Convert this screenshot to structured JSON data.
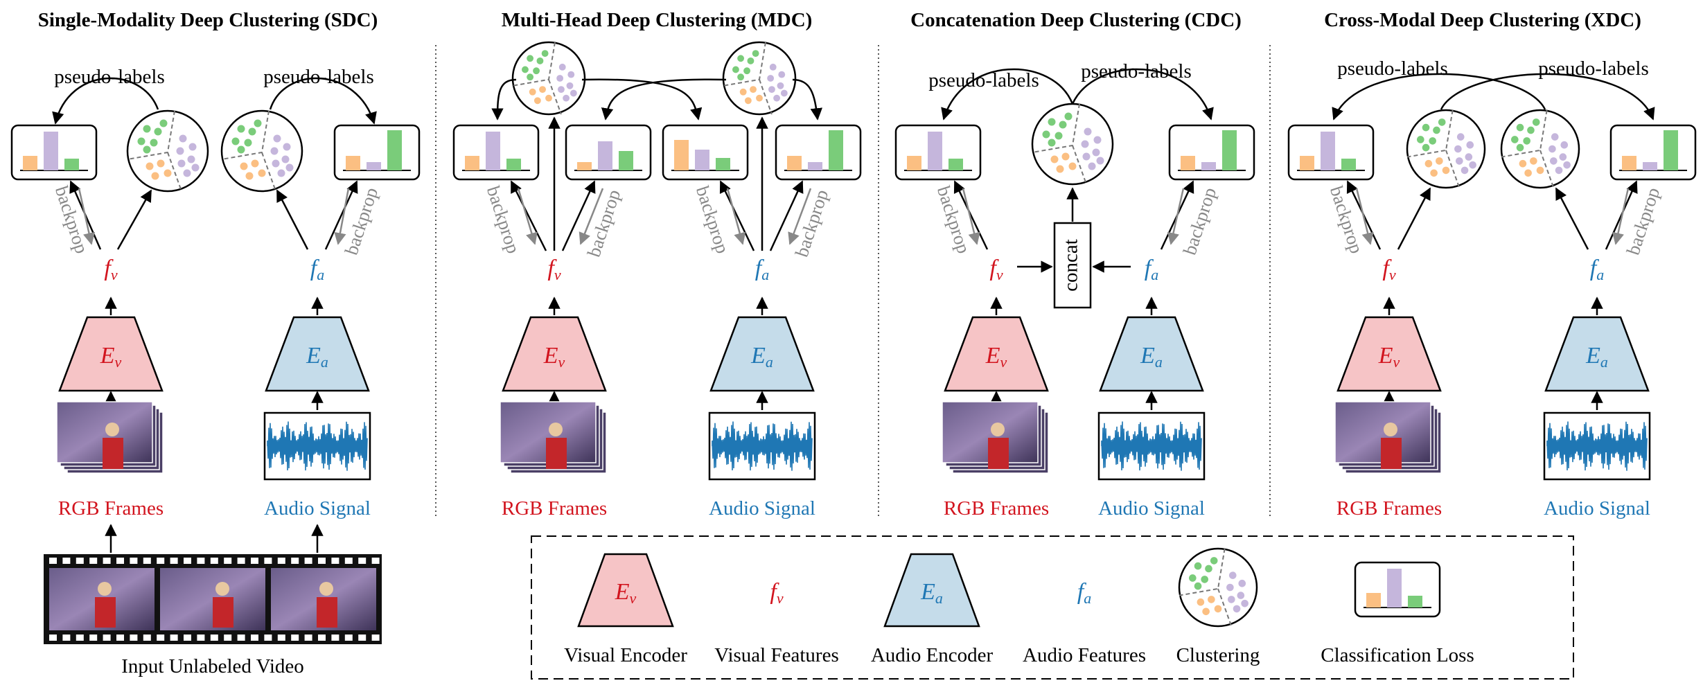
{
  "colors": {
    "visual_red": "#d2141e",
    "audio_blue": "#1f77b4",
    "encoder_v_fill": "#f6c4c6",
    "encoder_a_fill": "#c5dcea",
    "bar_orange": "#fbbf82",
    "bar_purple": "#c5b6dc",
    "bar_green": "#7acc7a",
    "backprop_gray": "#888888"
  },
  "panels": [
    {
      "id": "sdc",
      "title": "Single-Modality Deep Clustering (SDC)",
      "pseudo_left": "pseudo-labels",
      "pseudo_right": "pseudo-labels",
      "backprop": "backprop",
      "fv": "f",
      "fv_sub": "v",
      "fa": "f",
      "fa_sub": "a",
      "ev": "E",
      "ev_sub": "v",
      "ea": "E",
      "ea_sub": "a",
      "rgb_label": "RGB Frames",
      "audio_label": "Audio Signal"
    },
    {
      "id": "mdc",
      "title": "Multi-Head Deep Clustering (MDC)",
      "backprop": "backprop",
      "fv": "f",
      "fv_sub": "v",
      "fa": "f",
      "fa_sub": "a",
      "ev": "E",
      "ev_sub": "v",
      "ea": "E",
      "ea_sub": "a",
      "rgb_label": "RGB Frames",
      "audio_label": "Audio Signal"
    },
    {
      "id": "cdc",
      "title": "Concatenation Deep Clustering (CDC)",
      "pseudo_left": "pseudo-labels",
      "pseudo_right": "pseudo-labels",
      "backprop": "backprop",
      "concat": "concat",
      "fv": "f",
      "fv_sub": "v",
      "fa": "f",
      "fa_sub": "a",
      "ev": "E",
      "ev_sub": "v",
      "ea": "E",
      "ea_sub": "a",
      "rgb_label": "RGB Frames",
      "audio_label": "Audio Signal"
    },
    {
      "id": "xdc",
      "title": "Cross-Modal Deep Clustering (XDC)",
      "pseudo_left": "pseudo-labels",
      "pseudo_right": "pseudo-labels",
      "backprop": "backprop",
      "fv": "f",
      "fv_sub": "v",
      "fa": "f",
      "fa_sub": "a",
      "ev": "E",
      "ev_sub": "v",
      "ea": "E",
      "ea_sub": "a",
      "rgb_label": "RGB Frames",
      "audio_label": "Audio Signal"
    }
  ],
  "input_video_label": "Input Unlabeled Video",
  "legend": [
    {
      "label": "Visual Encoder",
      "icon": "visual-encoder-trapezoid",
      "sym": "E",
      "sub": "v"
    },
    {
      "label": "Visual Features",
      "icon": "visual-features-symbol",
      "sym": "f",
      "sub": "v"
    },
    {
      "label": "Audio Encoder",
      "icon": "audio-encoder-trapezoid",
      "sym": "E",
      "sub": "a"
    },
    {
      "label": "Audio Features",
      "icon": "audio-features-symbol",
      "sym": "f",
      "sub": "a"
    },
    {
      "label": "Clustering",
      "icon": "clustering-circle"
    },
    {
      "label": "Classification Loss",
      "icon": "classification-histogram"
    }
  ]
}
